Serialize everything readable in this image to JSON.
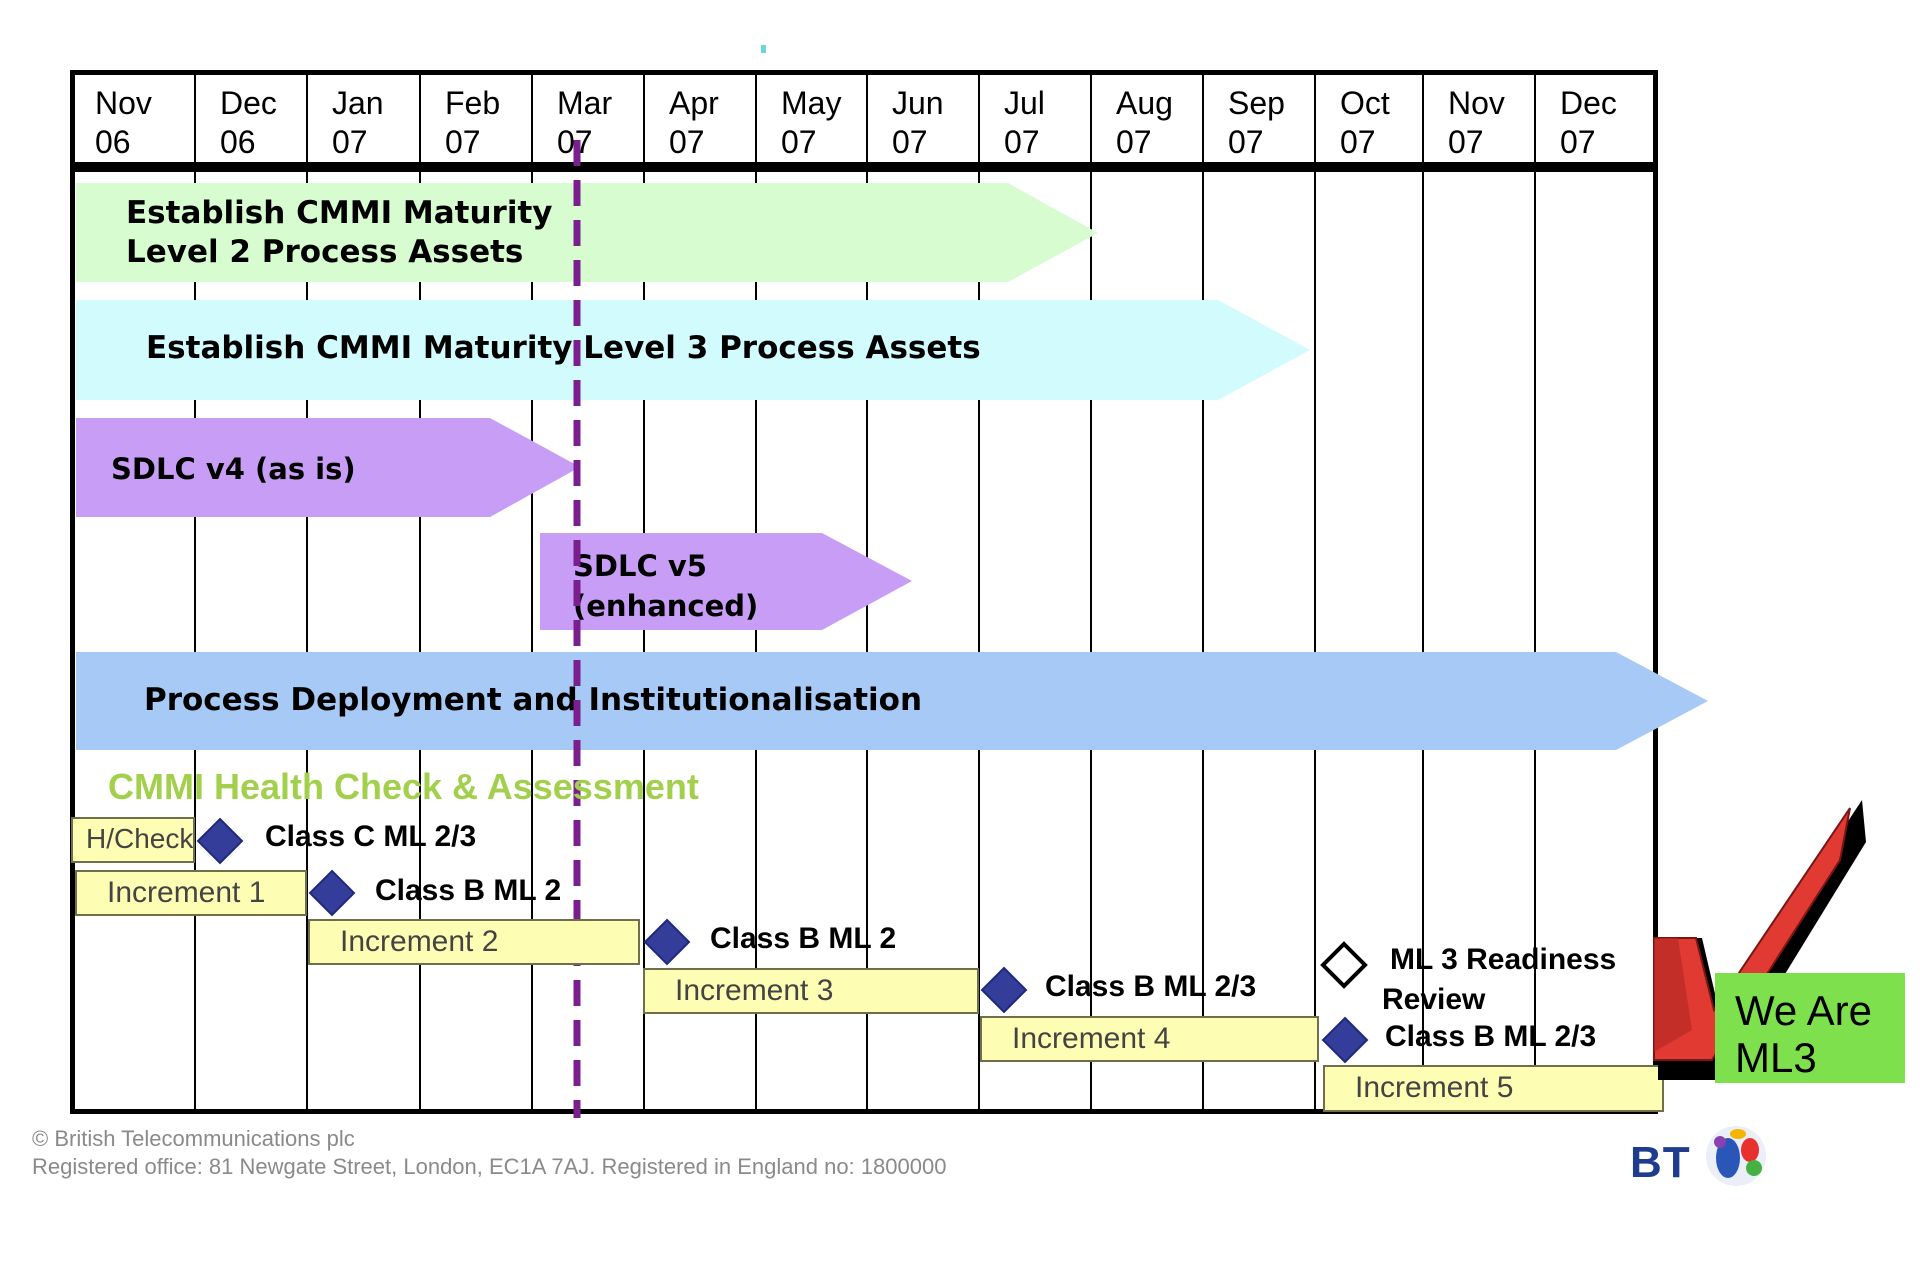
{
  "timeline": {
    "months": [
      {
        "month": "Nov",
        "year": "06"
      },
      {
        "month": "Dec",
        "year": "06"
      },
      {
        "month": "Jan",
        "year": "07"
      },
      {
        "month": "Feb",
        "year": "07"
      },
      {
        "month": "Mar",
        "year": "07"
      },
      {
        "month": "Apr",
        "year": "07"
      },
      {
        "month": "May",
        "year": "07"
      },
      {
        "month": "Jun",
        "year": "07"
      },
      {
        "month": "Jul",
        "year": "07"
      },
      {
        "month": "Aug",
        "year": "07"
      },
      {
        "month": "Sep",
        "year": "07"
      },
      {
        "month": "Oct",
        "year": "07"
      },
      {
        "month": "Nov",
        "year": "07"
      },
      {
        "month": "Dec",
        "year": "07"
      }
    ]
  },
  "phases": [
    {
      "label_line1": "Establish CMMI Maturity",
      "label_line2": "Level 2 Process Assets",
      "color": "#d6fcd0"
    },
    {
      "label": "Establish CMMI Maturity Level 3 Process Assets",
      "color": "#d2fbfd"
    },
    {
      "label": "SDLC v4 (as is)",
      "color": "#c79df5"
    },
    {
      "label_line1": "SDLC v5",
      "label_line2": "(enhanced)",
      "color": "#c79df5"
    },
    {
      "label": "Process Deployment and Institutionalisation",
      "color": "#a6c9f6"
    }
  ],
  "health_check": {
    "title": "CMMI Health Check & Assessment",
    "title_color": "#a3d04c",
    "increments": [
      "H/Check",
      "Increment 1",
      "Increment 2",
      "Increment 3",
      "Increment 4",
      "Increment 5"
    ],
    "increment_color": "#fdfdb3",
    "milestones": [
      {
        "label": "Class C ML 2/3",
        "style": "filled"
      },
      {
        "label": "Class B ML 2",
        "style": "filled"
      },
      {
        "label": "Class B ML 2",
        "style": "filled"
      },
      {
        "label": "Class B ML 2/3",
        "style": "filled"
      },
      {
        "label_line1": "ML 3 Readiness",
        "label_line2": "Review",
        "style": "hollow"
      },
      {
        "label": "Class B ML 2/3",
        "style": "filled"
      }
    ],
    "diamond_color": "#343d9a"
  },
  "badge": {
    "line1": "We Are",
    "line2": "ML3",
    "color": "#7fe04e"
  },
  "checkmark_icon": "red-checkmark-icon",
  "footer": {
    "copyright": "© British Telecommunications plc",
    "registered": "Registered office: 81 Newgate Street, London, EC1A 7AJ.  Registered in England no: 1800000"
  },
  "logo": {
    "text": "BT",
    "icon": "bt-globe-icon"
  }
}
